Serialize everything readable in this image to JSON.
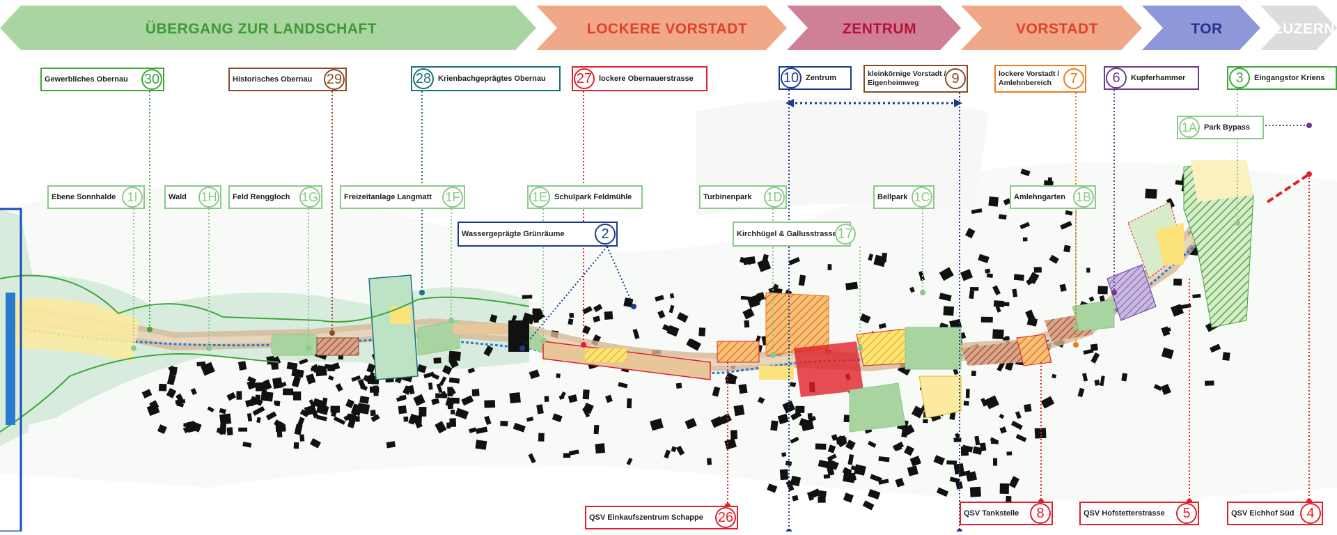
{
  "zones": [
    {
      "label": "ÜBERGANG ZUR LANDSCHAFT",
      "fill": "#a8d5a0",
      "text_color": "#3e9a35"
    },
    {
      "label": "LOCKERE VORSTADT",
      "fill": "#f0a888",
      "text_color": "#e0412a"
    },
    {
      "label": "ZENTRUM",
      "fill": "#cf8096",
      "text_color": "#b5123a"
    },
    {
      "label": "VORSTADT",
      "fill": "#f0a888",
      "text_color": "#e0412a"
    },
    {
      "label": "TOR",
      "fill": "#8e98d8",
      "text_color": "#26308e"
    },
    {
      "label": "LUZERN",
      "fill": "#dcdcdc",
      "text_color": "#ffffff"
    }
  ],
  "labels": {
    "l30": {
      "text": "Gewerbliches Obernau",
      "num": "30"
    },
    "l29": {
      "text": "Historisches Obernau",
      "num": "29"
    },
    "l28": {
      "text": "Krienbachgeprägtes Obernau",
      "num": "28"
    },
    "l27": {
      "text": "lockere Obernauerstrasse",
      "num": "27"
    },
    "l10": {
      "text": "Zentrum",
      "num": "10"
    },
    "l9": {
      "text": "kleinkörnige Vorstadt / Eigenheimweg",
      "num": "9"
    },
    "l7": {
      "text": "lockere Vorstadt / Amlehnbereich",
      "num": "7"
    },
    "l6": {
      "text": "Kupferhammer",
      "num": "6"
    },
    "l3": {
      "text": "Eingangstor Kriens",
      "num": "3"
    },
    "l1A": {
      "text": "Park Bypass",
      "num": "1A"
    },
    "l1I": {
      "text": "Ebene Sonnhalde",
      "num": "1I"
    },
    "l1H": {
      "text": "Wald",
      "num": "1H"
    },
    "l1G": {
      "text": "Feld Renggloch",
      "num": "1G"
    },
    "l1F": {
      "text": "Freizeitanlage Langmatt",
      "num": "1F"
    },
    "l1E": {
      "text": "Schulpark Feldmühle",
      "num": "1E"
    },
    "l1D": {
      "text": "Turbinenpark",
      "num": "1D"
    },
    "l1C": {
      "text": "Bellpark",
      "num": "1C"
    },
    "l1B": {
      "text": "Amlehngarten",
      "num": "1B"
    },
    "l2": {
      "text": "Wassergeprägte Grünräume",
      "num": "2"
    },
    "l17": {
      "text": "Kirchhügel & Gallusstrasse",
      "num": "17"
    },
    "l26": {
      "text": "QSV Einkaufszentrum Schappe",
      "num": "26"
    },
    "l8": {
      "text": "QSV Tankstelle",
      "num": "8"
    },
    "l5": {
      "text": "QSV Hofstetterstrasse",
      "num": "5"
    },
    "l4": {
      "text": "QSV Eichhof Süd",
      "num": "4"
    }
  },
  "colors": {
    "green_dark": "#3ea63a",
    "green_light": "#8cc98a",
    "brown": "#8a4a2a",
    "teal": "#1b6f7a",
    "red": "#e0202a",
    "navy": "#1a3c8c",
    "orange": "#f07a1a",
    "purple": "#6a3a8c",
    "water": "#2a7ad0"
  }
}
